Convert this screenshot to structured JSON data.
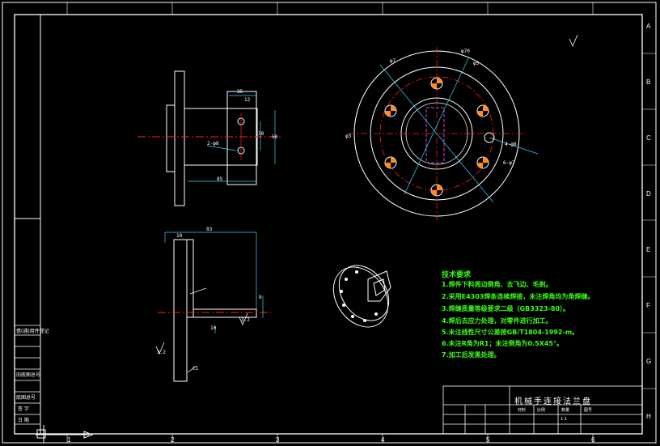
{
  "drawing": {
    "title_block": {
      "title": "机械手连接法兰盘",
      "scale": "1:1",
      "cells": [
        "比例",
        "数量",
        "材料",
        "图号"
      ]
    },
    "column_labels": [
      "1",
      "2",
      "3",
      "4",
      "5",
      "6"
    ],
    "row_labels": [
      "A",
      "B",
      "C",
      "D",
      "E",
      "F",
      "G",
      "H"
    ],
    "dimensions": {
      "top_view": [
        "35",
        "12",
        "50",
        "30",
        "85",
        "2-φ8"
      ],
      "front_view": [
        "83",
        "10",
        "8",
        "10",
        "C1",
        "3.2"
      ],
      "circle_view": [
        "φ7",
        "φ70",
        "φ5",
        "φ3",
        "6-φ7",
        "4-φ8"
      ]
    },
    "roughness": "3.2",
    "tech_requirements": {
      "title": "技术要求",
      "items": [
        "1.焊件下料周边倒角、去飞边、毛刺。",
        "2.采用E4303焊条连续焊接，未注焊角均为角焊缝。",
        "3.焊缝质量等级要求二级（GB3323-80）。",
        "4.焊后去应力处理，对零件进行加工。",
        "5.未注线性尺寸公差按GB/T1804-1992-m。",
        "6.未注R角为R1；未注倒角为0.5X45°。",
        "7.加工后发黑处理。"
      ]
    },
    "side_table": [
      "借(通)用件登记",
      "旧底图总号",
      "底图总号",
      "签 字",
      "日 期"
    ]
  }
}
